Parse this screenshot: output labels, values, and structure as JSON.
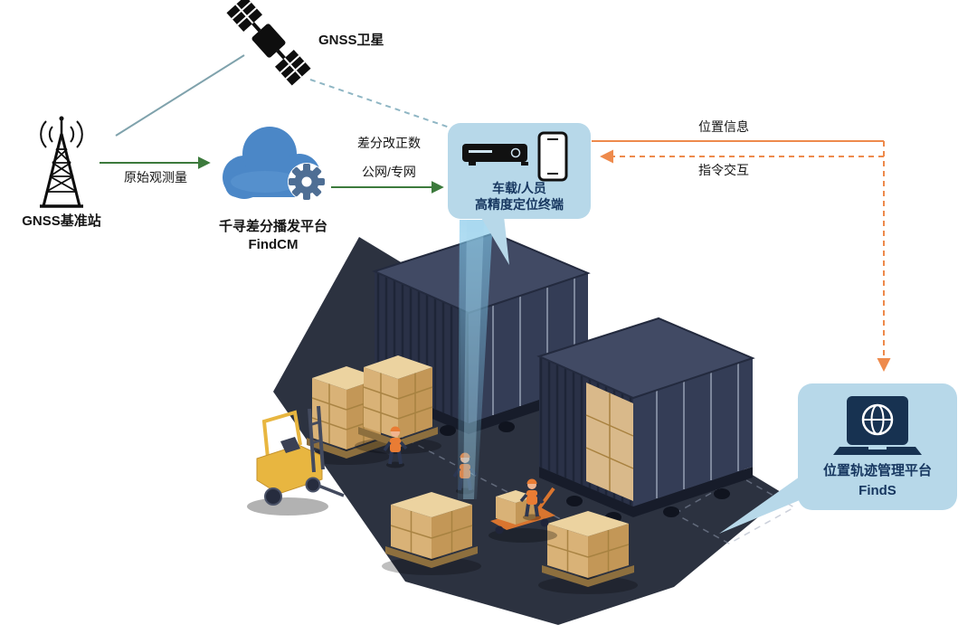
{
  "nodes": {
    "satellite": {
      "label": "GNSS卫星",
      "icon": "satellite-icon"
    },
    "base_station": {
      "label": "GNSS基准站",
      "icon": "radio-tower-icon"
    },
    "cloud_platform": {
      "label_line1": "千寻差分播发平台",
      "label_line2": "FindCM",
      "icon": "cloud-gear-icon"
    },
    "terminal": {
      "label_line1": "车载/人员",
      "label_line2": "高精度定位终端",
      "icons": [
        "gnss-receiver-icon",
        "smartphone-icon"
      ]
    },
    "management_platform": {
      "label_line1": "位置轨迹管理平台",
      "label_line2": "FindS",
      "icon": "laptop-globe-icon"
    }
  },
  "links": {
    "raw_observation": {
      "label": "原始观测量",
      "style": "green-solid-arrow"
    },
    "correction": {
      "label_line1": "差分改正数",
      "label_line2": "公网/专网",
      "style": "green-solid-arrow"
    },
    "position_info": {
      "label": "位置信息",
      "style": "orange-arrow"
    },
    "command_interaction": {
      "label": "指令交互",
      "style": "orange-dashed-arrow"
    },
    "satellite_to_base": {
      "style": "teal-solid-line"
    },
    "satellite_to_terminal": {
      "style": "teal-dashed-line"
    }
  },
  "scene_icons": [
    "shipping-container-icon",
    "forklift-icon",
    "worker-icon",
    "pallet-boxes-icon",
    "pallet-jack-icon",
    "location-beam"
  ],
  "colors": {
    "panel_bg": "#b7d8e9",
    "panel_text": "#16365f",
    "green_arrow": "#3c7a3c",
    "orange_arrow": "#ee8a4c",
    "teal_line": "#7fa2ac",
    "cloud_blue": "#4b87c7",
    "container_dark": "#2a3147",
    "floor_dark": "#2c3240",
    "box_tan": "#d9b277",
    "forklift_yellow": "#e8b640"
  }
}
